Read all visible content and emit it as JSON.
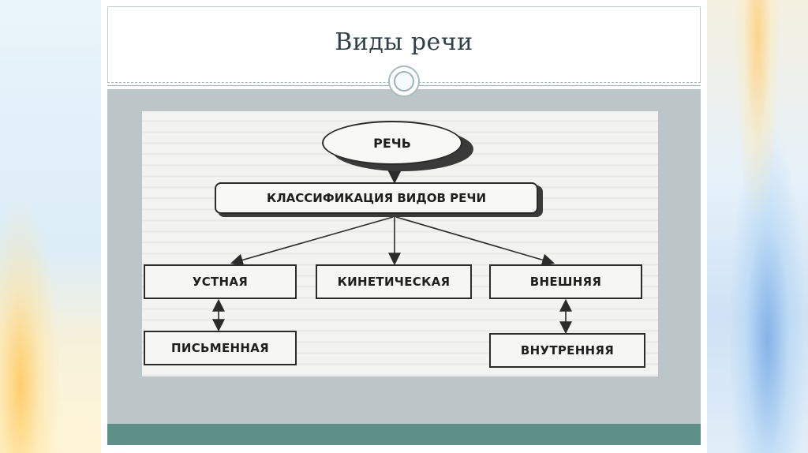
{
  "slide": {
    "title": "Виды речи"
  },
  "diagram": {
    "root": "РЕЧЬ",
    "classification": "КЛАССИФИКАЦИЯ ВИДОВ РЕЧИ",
    "types": [
      {
        "label": "УСТНАЯ",
        "pair": "ПИСЬМЕННАЯ"
      },
      {
        "label": "КИНЕТИЧЕСКАЯ"
      },
      {
        "label": "ВНЕШНЯЯ",
        "pair": "ВНУТРЕННЯЯ"
      }
    ]
  }
}
